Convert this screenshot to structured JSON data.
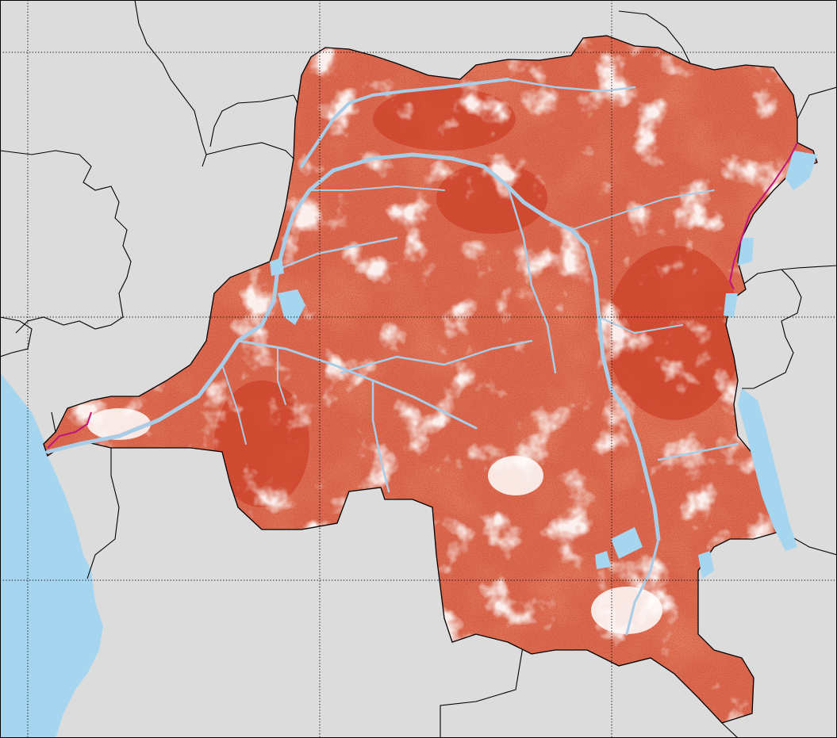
{
  "map": {
    "colors": {
      "background_land": "#dcdcdc",
      "ocean": "#a6d5f0",
      "country_fill_dark": "#c8341c",
      "country_fill_mid": "#dd6a52",
      "country_fill_light": "#f3b9aa",
      "cleared_white": "#ffffff",
      "rivers": "#a9cde6",
      "lakes": "#a6d5f0",
      "country_borders": "#000000",
      "graticule": "#000000",
      "park_boundary": "#c0147a"
    },
    "layers": [
      "neighbouring-countries",
      "ocean",
      "focus-country-raster",
      "rivers",
      "lakes",
      "park-boundaries",
      "graticule",
      "frame"
    ],
    "graticule": {
      "style": "dotted",
      "gridlines_shown": true,
      "labels_shown": false
    }
  }
}
